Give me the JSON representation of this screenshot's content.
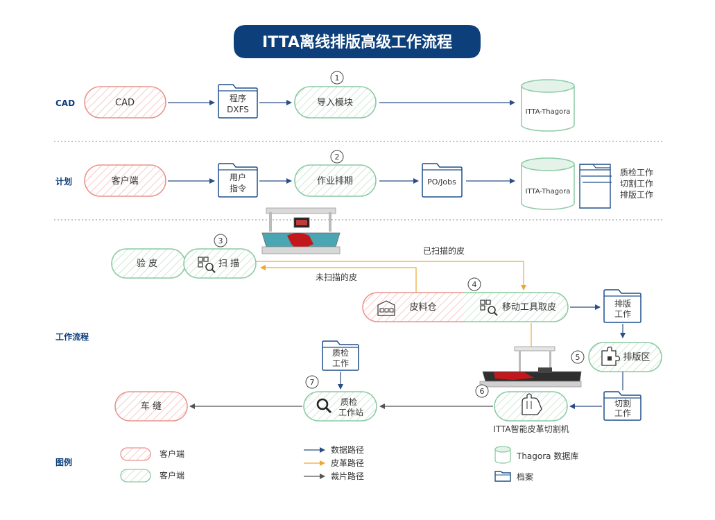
{
  "title": "ITTA离线排版高级工作流程",
  "colors": {
    "title_bg": "#0d3f7a",
    "client_pink": "#e9958d",
    "system_green": "#8ccaa4",
    "data_arrow": "#2a4d86",
    "leather_arrow": "#eda733",
    "cut_arrow": "#555555",
    "folder": "#1f4f8a",
    "db": "#bfe0cd"
  },
  "rows": {
    "cad": "CAD",
    "plan": "计划",
    "workflow": "工作流程",
    "legend": "图例"
  },
  "row1": {
    "client": "CAD",
    "folder_line1": "程序",
    "folder_line2": "DXFS",
    "step": "1",
    "module": "导入模块",
    "db": "ITTA-Thagora"
  },
  "row2": {
    "client": "客户端",
    "folder_line1": "用户",
    "folder_line2": "指令",
    "step": "2",
    "module": "作业排期",
    "po": "PO/Jobs",
    "db": "ITTA-Thagora",
    "stack": [
      "质检工作",
      "切割工作",
      "排版工作"
    ]
  },
  "flow": {
    "inspect": "验  皮",
    "scan": "扫  描",
    "step3": "3",
    "scanned": "已扫描的皮",
    "unscanned": "未扫描的皮",
    "step4": "4",
    "warehouse": "皮料仓",
    "mobile": "移动工具取皮",
    "nest_job_l1": "排版",
    "nest_job_l2": "工作",
    "step5": "5",
    "nest_area": "排版区",
    "cut_job_l1": "切割",
    "cut_job_l2": "工作",
    "step6": "6",
    "cutter_caption": "ITTA智能皮革切割机",
    "qc_job_l1": "质检",
    "qc_job_l2": "工作",
    "step7": "7",
    "qc_station_l1": "质检",
    "qc_station_l2": "工作站",
    "sewing": "车  缝"
  },
  "legend": {
    "client_pink": "客户端",
    "client_green": "客户端",
    "data_path": "数据路径",
    "leather_path": "皮革路径",
    "cut_path": "裁片路径",
    "db": "Thagora 数据库",
    "archive": "档案"
  }
}
